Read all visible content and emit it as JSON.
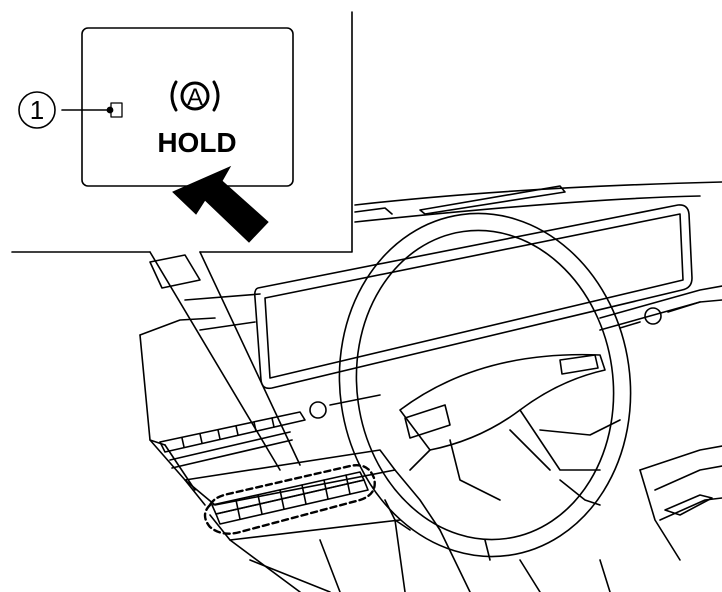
{
  "callout": {
    "number": "1",
    "symbol_letter": "A",
    "label": "HOLD"
  },
  "colors": {
    "line": "#000000",
    "background": "#ffffff"
  },
  "icons": [
    "auto-hold-icon",
    "pointer-arrow-icon"
  ]
}
